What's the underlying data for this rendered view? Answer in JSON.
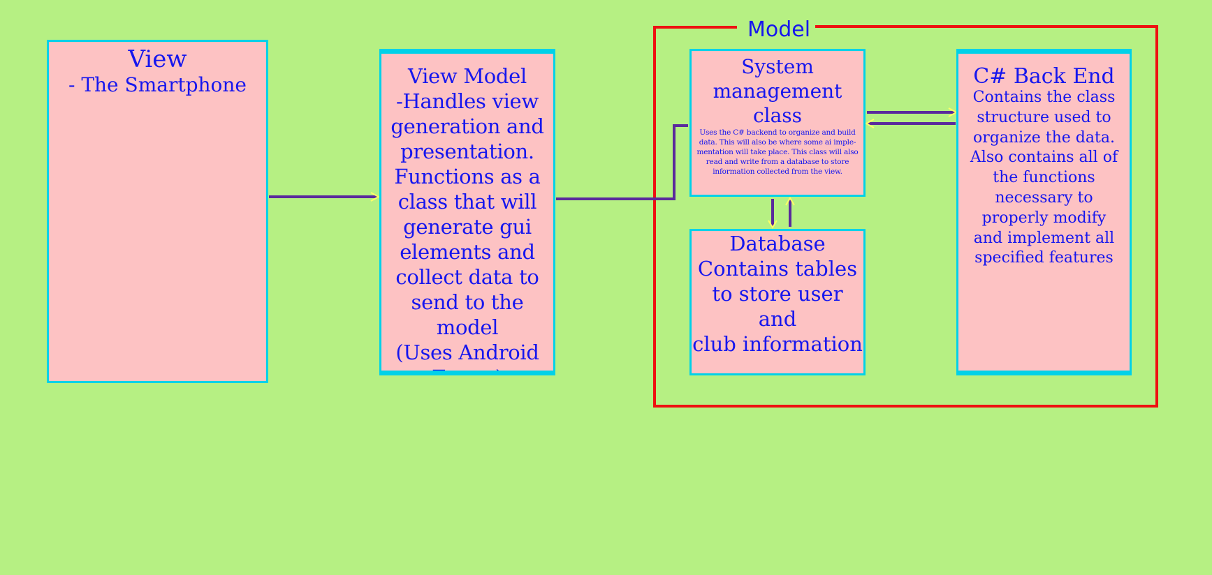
{
  "model_group": {
    "label": "Model"
  },
  "view": {
    "title": "View",
    "subtitle": "- The Smartphone"
  },
  "view_model": {
    "text": "View Model\n-Handles view\ngeneration and\npresentation.\nFunctions as a\nclass that will\ngenerate gui\nelements and\ncollect data to\nsend to the model\n(Uses Android\nForms)"
  },
  "system_management": {
    "title": "System\nmanagement\nclass",
    "body": "Uses the C# backend to organize and build\ndata. This will also be where some ai imple-\nmentation will take place. This class will also\nread and write from a database to store\ninformation collected from the view."
  },
  "database": {
    "text": "Database\nContains tables\nto store user and\nclub information"
  },
  "csharp_backend": {
    "title": "C# Back End",
    "body": "Contains the class\nstructure used to\norganize the data.\nAlso contains all of\nthe functions\nnecessary to\nproperly modify\nand implement all\nspecified features"
  },
  "colors": {
    "background": "#b6f083",
    "box_fill": "#fdc2c3",
    "box_border": "#00d1e8",
    "text": "#1616ee",
    "model_border": "#ee1111",
    "connector": "#5a2a9c"
  }
}
